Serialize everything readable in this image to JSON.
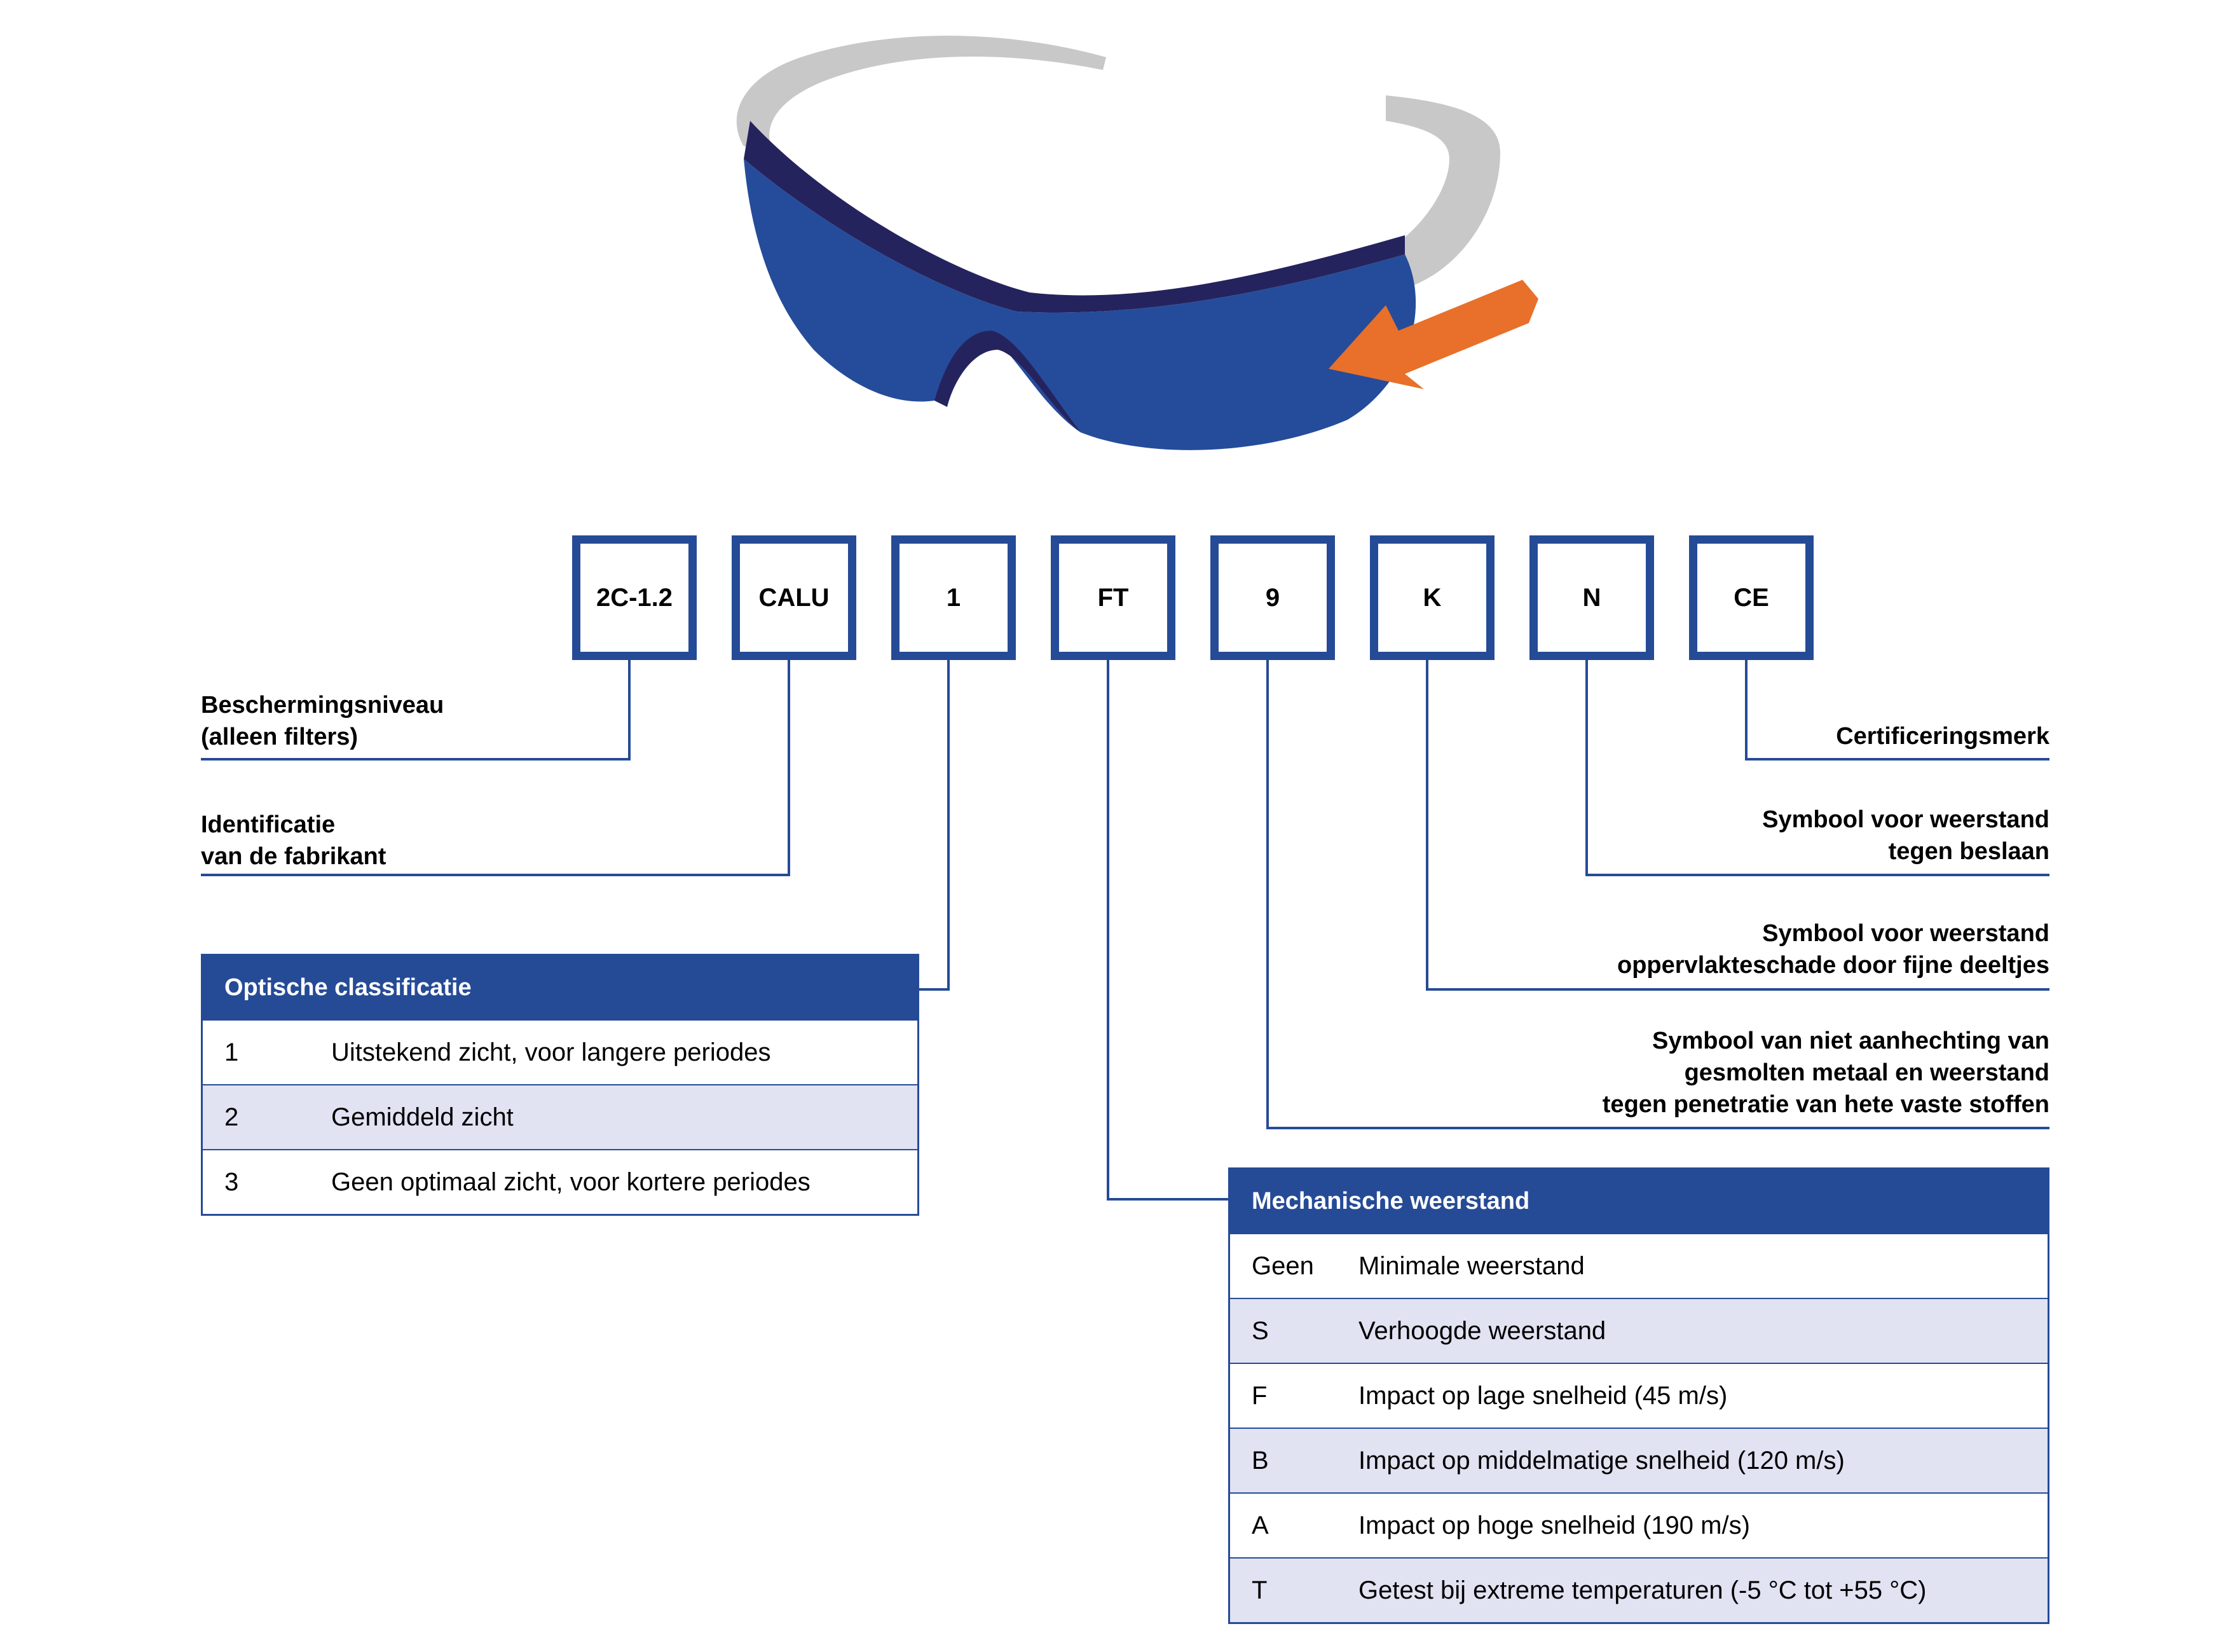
{
  "colors": {
    "brand_blue": "#264b96",
    "lens_blue": "#254c9a",
    "lens_dark": "#25235e",
    "frame_gray": "#c8c8c8",
    "arrow_orange": "#e8702a",
    "table_alt_row": "#e1e2f2"
  },
  "icons": {
    "glasses": "safety-glasses-icon",
    "arrow": "orange-arrow-icon"
  },
  "codes": [
    "2C-1.2",
    "CALU",
    "1",
    "FT",
    "9",
    "K",
    "N",
    "CE"
  ],
  "labels": {
    "protection_level": {
      "line1": "Beschermingsniveau",
      "line2": "(alleen filters)"
    },
    "manufacturer": {
      "line1": "Identificatie",
      "line2": "van de fabrikant"
    },
    "certification": {
      "line1": "Certificeringsmerk"
    },
    "anti_fog": {
      "line1": "Symbool voor weerstand",
      "line2": "tegen beslaan"
    },
    "fine_particles": {
      "line1": "Symbool voor weerstand",
      "line2": "oppervlakteschade door fijne deeltjes"
    },
    "molten_metal": {
      "line1": "Symbool van niet aanhechting van",
      "line2": "gesmolten metaal en weerstand",
      "line3": "tegen penetratie van hete vaste stoffen"
    }
  },
  "optical_table": {
    "title": "Optische classificatie",
    "rows": [
      {
        "code": "1",
        "desc": "Uitstekend zicht, voor langere periodes"
      },
      {
        "code": "2",
        "desc": "Gemiddeld zicht"
      },
      {
        "code": "3",
        "desc": "Geen optimaal zicht, voor kortere periodes"
      }
    ]
  },
  "mech_table": {
    "title": "Mechanische weerstand",
    "rows": [
      {
        "code": "Geen",
        "desc": "Minimale weerstand"
      },
      {
        "code": "S",
        "desc": "Verhoogde weerstand"
      },
      {
        "code": "F",
        "desc": "Impact op lage snelheid (45 m/s)"
      },
      {
        "code": "B",
        "desc": "Impact op middelmatige snelheid (120 m/s)"
      },
      {
        "code": "A",
        "desc": "Impact op hoge snelheid (190 m/s)"
      },
      {
        "code": "T",
        "desc": "Getest bij extreme temperaturen (-5 °C tot +55 °C)"
      }
    ]
  }
}
